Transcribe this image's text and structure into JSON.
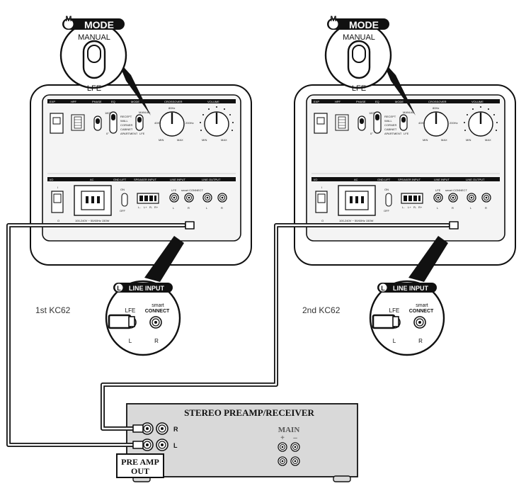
{
  "callouts": {
    "mode_header": "MODE",
    "mode_letter": "M",
    "mode_top": "MANUAL",
    "mode_bottom": "LFE",
    "line_input_header": "LINE INPUT",
    "line_input_letter": "L",
    "lfe": "LFE",
    "smart_text": "smart",
    "connect_text": "CONNECT",
    "left": "L",
    "right": "R"
  },
  "panel": {
    "top_sections": [
      "EXP",
      "HPF",
      "PHASE",
      "EQ",
      "MODE",
      "CROSSOVER",
      "VOLUME"
    ],
    "bottom_sections": [
      "I/O",
      "AC",
      "GND LIFT",
      "SPEAKER INPUT",
      "LINE INPUT",
      "LINE OUTPUT"
    ],
    "phase_labels": [
      "180°",
      "0°"
    ],
    "eq_options": [
      "RECEPT",
      "WALL",
      "CORNER",
      "CABINET",
      "APARTMENT"
    ],
    "mode_labels": [
      "MANUAL",
      "LFE"
    ],
    "crossover_labels": [
      "80Hz",
      "40Hz",
      "200Hz",
      "MIN",
      "MAX"
    ],
    "volume_labels": [
      "MIN",
      "MAX"
    ],
    "power_labels": [
      "I",
      "O"
    ],
    "ac_label": "100-240V ~ 50/60Hz 150W",
    "gnd_labels": [
      "ON",
      "OFF"
    ],
    "speaker_terminals": [
      "L-",
      "L+",
      "R-",
      "R+"
    ],
    "line_in_labels": [
      "LFE",
      "L",
      "R"
    ],
    "line_out_labels": [
      "L",
      "R"
    ],
    "smart_connect": "smart CONNECT"
  },
  "units": [
    {
      "caption": "1st KC62"
    },
    {
      "caption": "2nd KC62"
    }
  ],
  "receiver": {
    "title": "STEREO PREAMP/RECEIVER",
    "main_label": "MAIN",
    "plus": "+",
    "minus": "–",
    "right": "R",
    "left": "L",
    "preamp_line1": "PRE AMP",
    "preamp_line2": "OUT"
  },
  "colors": {
    "outline": "#1a1a1a",
    "panel_fill": "#f4f4f4",
    "receiver_fill": "#d9d9d9"
  }
}
